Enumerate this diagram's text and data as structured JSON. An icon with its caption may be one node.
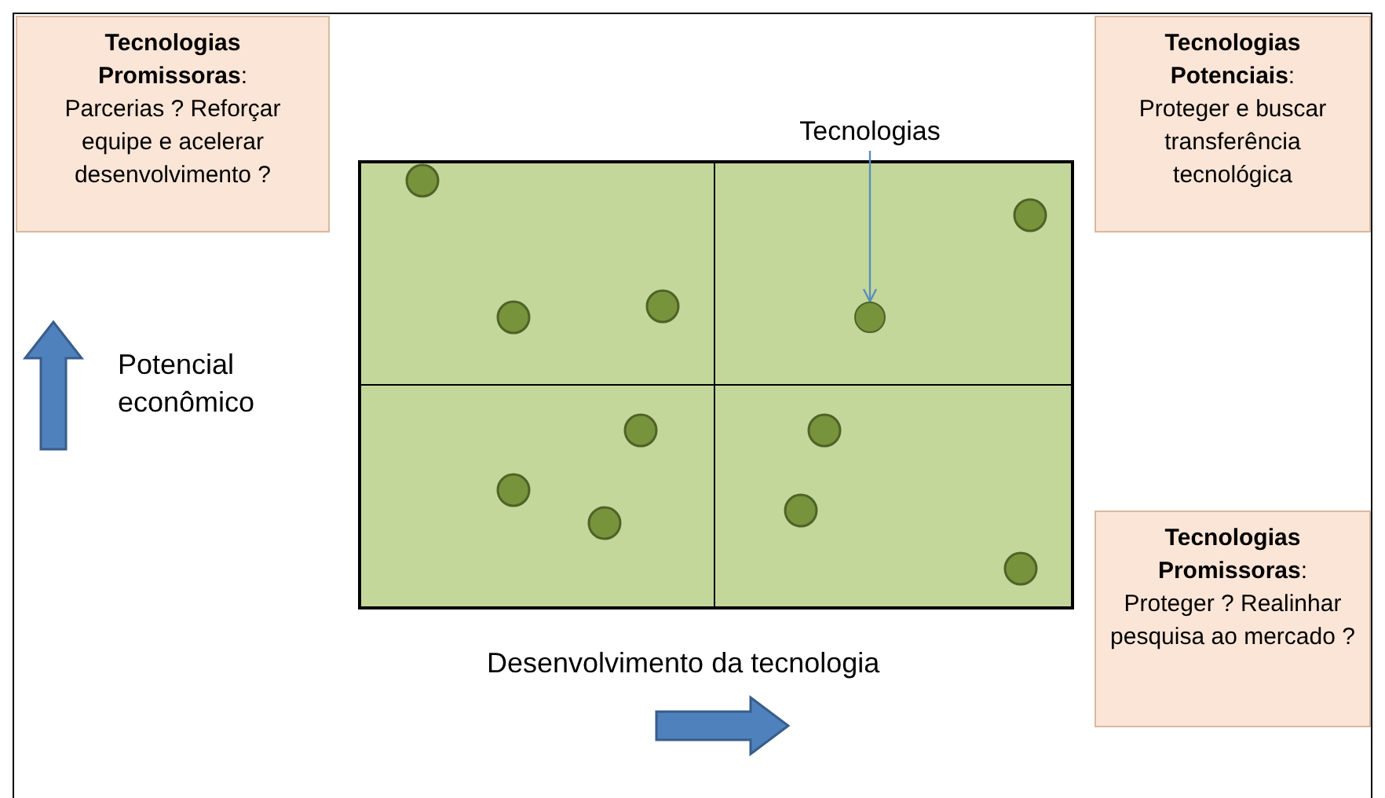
{
  "diagram": {
    "nodes": [
      {
        "text": [
          "**Tecnologias Promissoras**:",
          "Parcerias ? Reforçar equipe e acelerar desenvolvimento ?"
        ]
      },
      {
        "text": [
          "**Tecnologias Potenciais**:",
          "Proteger e buscar transferência tecnológica"
        ]
      },
      {
        "text": [
          "Tecnologias"
        ]
      },
      {
        "text": [],
        "shape": "circle"
      },
      {
        "text": [
          "**Tecnologias Promissoras**:",
          "Proteger ? Realinhar pesquisa ao mercado ?"
        ]
      }
    ],
    "edges": [
      {
        "from": 2,
        "to": 3,
        "arrow": "to"
      }
    ],
    "labels": [
      "Potencial econômico",
      "Desenvolvimento da tecnologia"
    ]
  }
}
